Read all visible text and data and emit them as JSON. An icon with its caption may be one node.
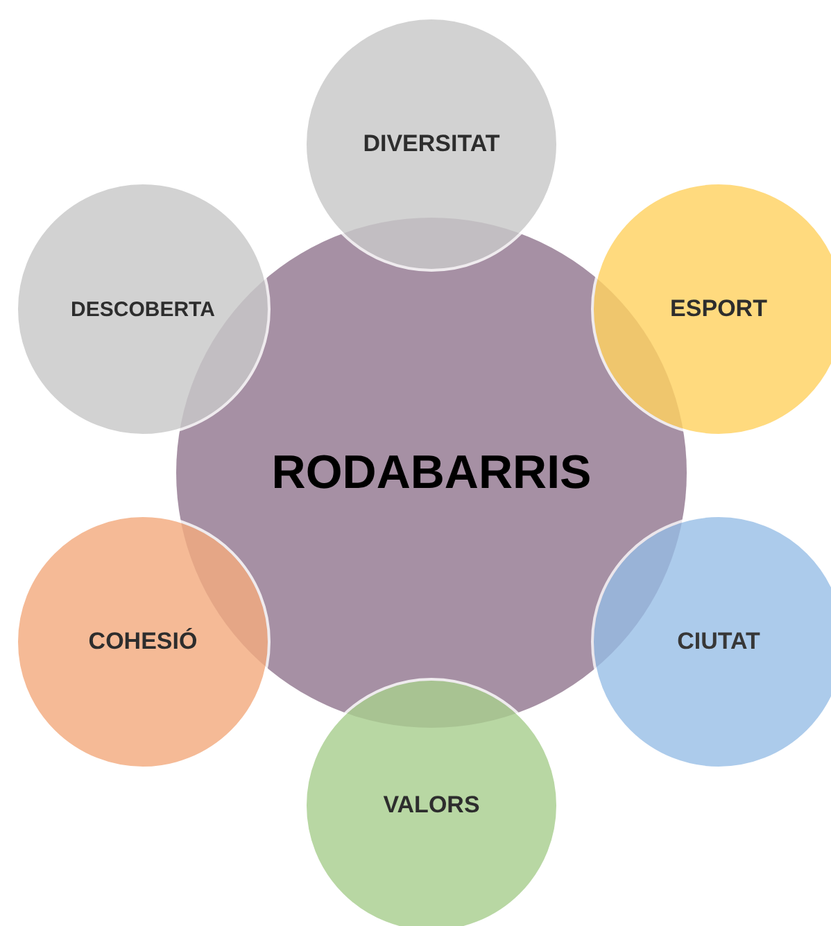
{
  "diagram": {
    "nodes": [
      {
        "text": [
          "RODABARRIS"
        ]
      },
      {
        "text": [
          "DIVERSITAT"
        ]
      },
      {
        "text": [
          "ESPORT"
        ]
      },
      {
        "text": [
          "CIUTAT"
        ]
      },
      {
        "text": [
          "VALORS"
        ]
      },
      {
        "text": [
          "COHESIÓ"
        ]
      },
      {
        "text": [
          "DESCOBERTA"
        ]
      }
    ]
  }
}
